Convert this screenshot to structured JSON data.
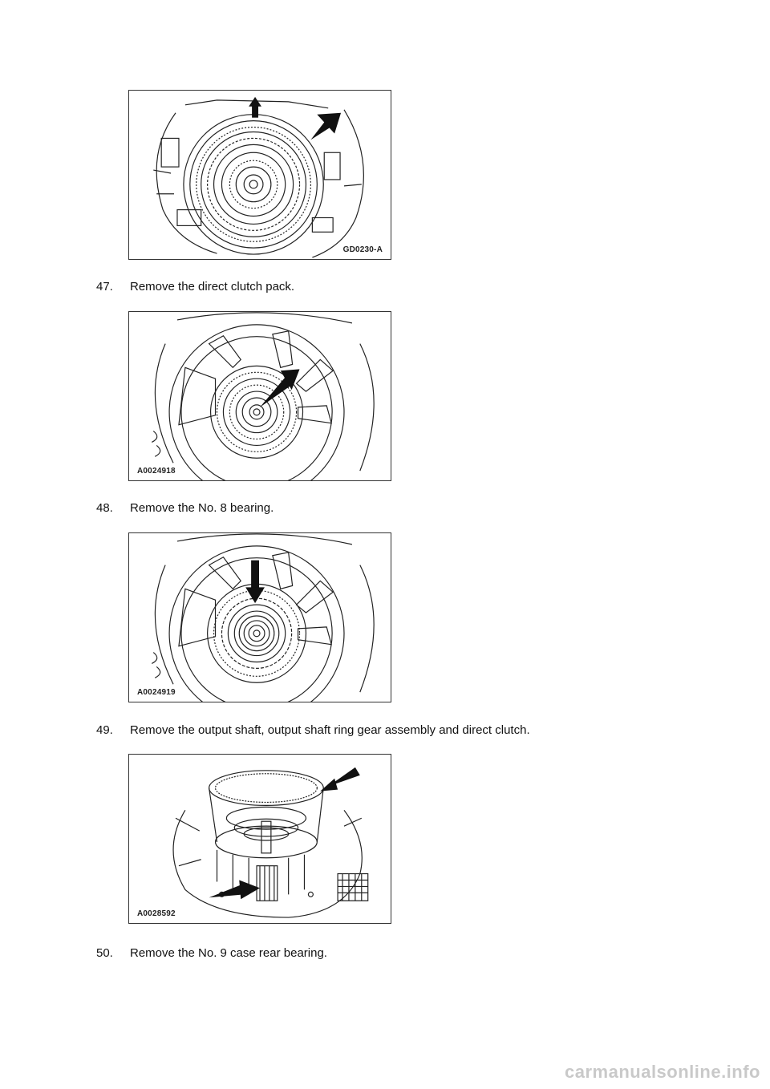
{
  "figures": [
    {
      "code": "GD0230-A"
    },
    {
      "code": "A0024918"
    },
    {
      "code": "A0024919"
    },
    {
      "code": "A0028592"
    }
  ],
  "steps": [
    {
      "number": "47.",
      "text": "Remove the direct clutch pack."
    },
    {
      "number": "48.",
      "text": "Remove the No. 8 bearing."
    },
    {
      "number": "49.",
      "text": "Remove the output shaft, output shaft ring gear assembly and direct clutch."
    },
    {
      "number": "50.",
      "text": "Remove the No. 9 case rear bearing."
    }
  ],
  "watermark": "carmanualsonline.info"
}
